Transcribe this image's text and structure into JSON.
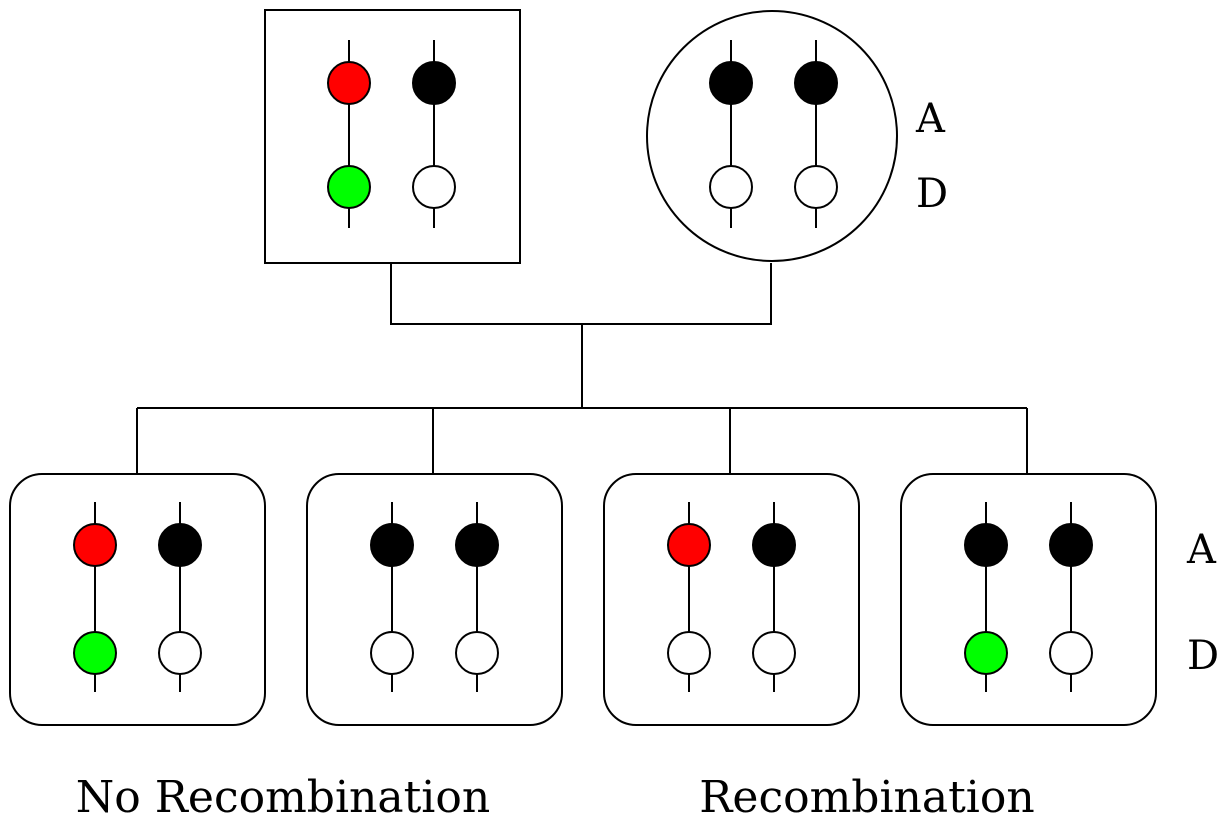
{
  "colors": {
    "red": "#ff0000",
    "green": "#00ff00",
    "black": "#000000",
    "white": "#ffffff"
  },
  "parents": {
    "father": {
      "shape": "square",
      "alleles": [
        [
          "red",
          "black"
        ],
        [
          "green",
          "white"
        ]
      ]
    },
    "mother": {
      "shape": "circle",
      "alleles": [
        [
          "black",
          "black"
        ],
        [
          "white",
          "white"
        ]
      ]
    }
  },
  "locus_labels": {
    "top": "A",
    "bottom": "D"
  },
  "offspring": [
    {
      "alleles": [
        [
          "red",
          "black"
        ],
        [
          "green",
          "white"
        ]
      ]
    },
    {
      "alleles": [
        [
          "black",
          "black"
        ],
        [
          "white",
          "white"
        ]
      ]
    },
    {
      "alleles": [
        [
          "red",
          "black"
        ],
        [
          "white",
          "white"
        ]
      ]
    },
    {
      "alleles": [
        [
          "black",
          "black"
        ],
        [
          "green",
          "white"
        ]
      ]
    }
  ],
  "captions": {
    "left": "No Recombination",
    "right": "Recombination"
  }
}
